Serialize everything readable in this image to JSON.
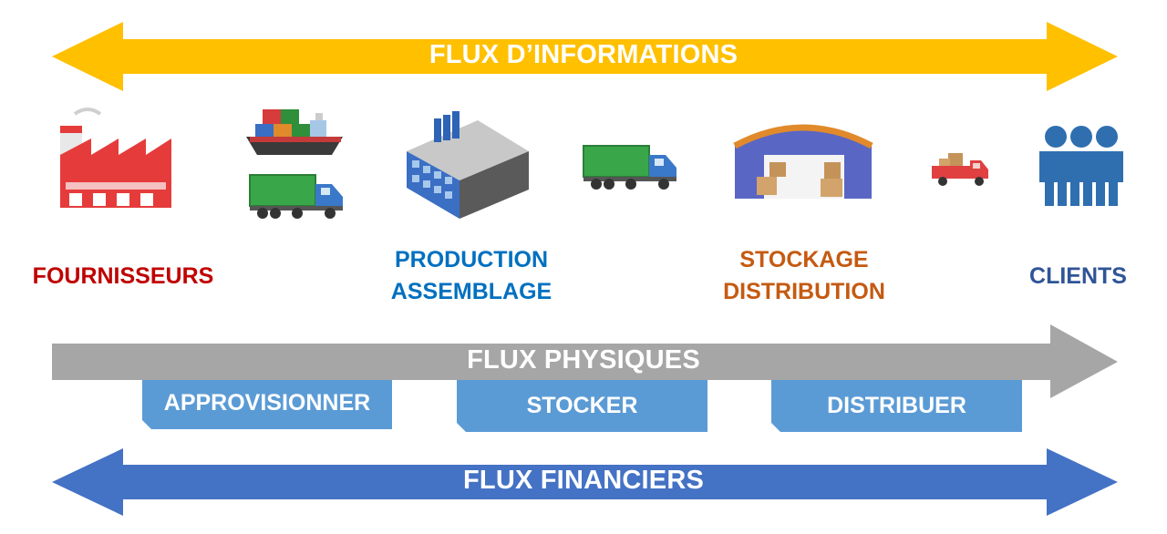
{
  "arrows": {
    "information": {
      "label": "FLUX D’INFORMATIONS",
      "color": "#FFC000"
    },
    "physical": {
      "label": "FLUX PHYSIQUES",
      "color": "#A6A6A6"
    },
    "financial": {
      "label": "FLUX FINANCIERS",
      "color": "#4472C4"
    }
  },
  "actors": {
    "suppliers": {
      "label": "FOURNISSEURS",
      "color": "#C00000"
    },
    "production": {
      "line1": "PRODUCTION",
      "line2": "ASSEMBLAGE",
      "color": "#0070C0"
    },
    "storage": {
      "line1": "STOCKAGE",
      "line2": "DISTRIBUTION",
      "color": "#C55A11"
    },
    "clients": {
      "label": "CLIENTS",
      "color": "#2F5597"
    }
  },
  "activities": {
    "supply": "APPROVISIONNER",
    "store": "STOCKER",
    "distribute": "DISTRIBUER",
    "color": "#5B9BD5"
  },
  "icons": [
    "factory-icon",
    "cargo-ship-icon",
    "truck-icon",
    "office-building-icon",
    "truck-icon",
    "warehouse-icon",
    "delivery-van-icon",
    "people-group-icon"
  ]
}
